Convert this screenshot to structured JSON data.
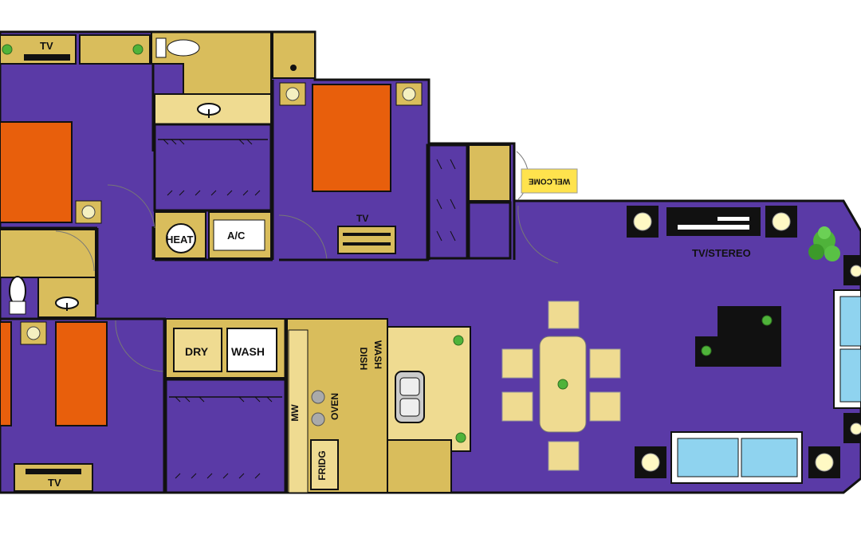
{
  "colors": {
    "floor": "#5a3aa6",
    "tan": "#d9bd5c",
    "lightTan": "#efdb91",
    "bed": "#e85f0c",
    "wall": "#111111",
    "sofa": "#8fd3ef",
    "plant": "#4fb33a",
    "white": "#ffffff"
  },
  "labels": {
    "tv_master": "TV",
    "tv_bedroom2": "TV",
    "tv_bedroom3": "TV",
    "heat": "HEAT",
    "ac": "A/C",
    "dry": "DRY",
    "wash": "WASH",
    "dish": "DISH",
    "dish_wash": "WASH",
    "mw": "MW",
    "oven": "OVEN",
    "fridge": "FRIDG",
    "welcome": "WELCOME",
    "tv_stereo": "TV/STEREO"
  },
  "icons": [
    "lamp-icon",
    "plant-icon",
    "toilet-icon",
    "sink-icon",
    "kitchen-sink-icon",
    "stove-burner-icon"
  ]
}
